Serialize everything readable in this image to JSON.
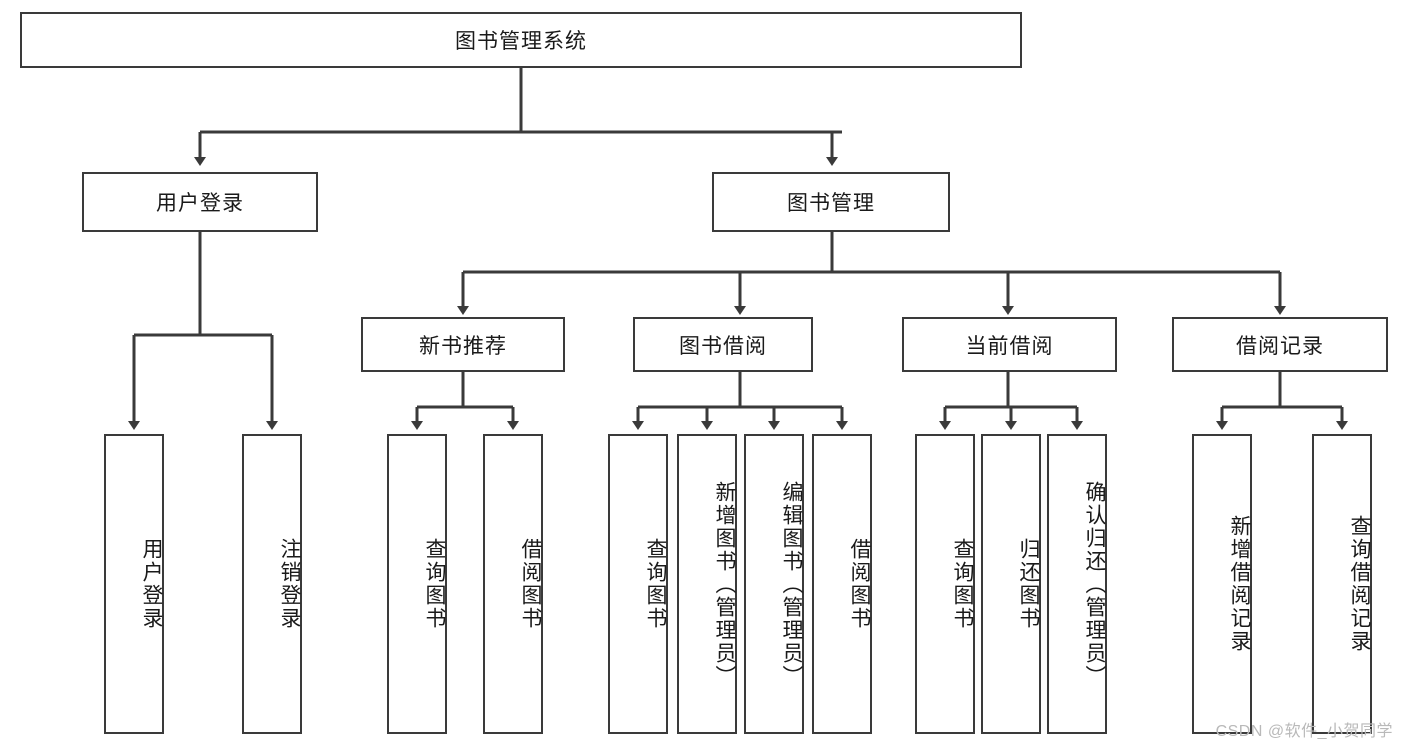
{
  "diagram": {
    "type": "tree-hierarchy",
    "title_node": "图书管理系统",
    "watermark": "CSDN @软件_小贺同学",
    "colors": {
      "box_border": "#3a3a3a",
      "box_fill": "#ffffff",
      "edge": "#3a3a3a",
      "text": "#1a1a1a",
      "watermark": "#b9b9b9",
      "background": "#ffffff"
    },
    "levels": {
      "root": {
        "label": "图书管理系统"
      },
      "level2": [
        {
          "id": "user-login",
          "label": "用户登录"
        },
        {
          "id": "book-manage",
          "label": "图书管理"
        }
      ],
      "level3": [
        {
          "id": "new-book-rec",
          "label": "新书推荐",
          "parent": "book-manage"
        },
        {
          "id": "book-borrow",
          "label": "图书借阅",
          "parent": "book-manage"
        },
        {
          "id": "current-borrow",
          "label": "当前借阅",
          "parent": "book-manage"
        },
        {
          "id": "borrow-record",
          "label": "借阅记录",
          "parent": "book-manage"
        }
      ],
      "leaves": [
        {
          "id": "leaf-user-login",
          "label": "用户登录",
          "parent": "user-login"
        },
        {
          "id": "leaf-user-logout",
          "label": "注销登录",
          "parent": "user-login"
        },
        {
          "id": "leaf-query-book-1",
          "label": "查询图书",
          "parent": "new-book-rec"
        },
        {
          "id": "leaf-borrow-book-1",
          "label": "借阅图书",
          "parent": "new-book-rec"
        },
        {
          "id": "leaf-query-book-2",
          "label": "查询图书",
          "parent": "book-borrow"
        },
        {
          "id": "leaf-add-book",
          "label": "新增图书（管理员）",
          "parent": "book-borrow"
        },
        {
          "id": "leaf-edit-book",
          "label": "编辑图书（管理员）",
          "parent": "book-borrow"
        },
        {
          "id": "leaf-borrow-book-2",
          "label": "借阅图书",
          "parent": "book-borrow"
        },
        {
          "id": "leaf-query-book-3",
          "label": "查询图书",
          "parent": "current-borrow"
        },
        {
          "id": "leaf-return-book",
          "label": "归还图书",
          "parent": "current-borrow"
        },
        {
          "id": "leaf-confirm-return",
          "label": "确认归还（管理员）",
          "parent": "current-borrow"
        },
        {
          "id": "leaf-add-record",
          "label": "新增借阅记录",
          "parent": "borrow-record"
        },
        {
          "id": "leaf-query-record",
          "label": "查询借阅记录",
          "parent": "borrow-record"
        }
      ]
    }
  }
}
